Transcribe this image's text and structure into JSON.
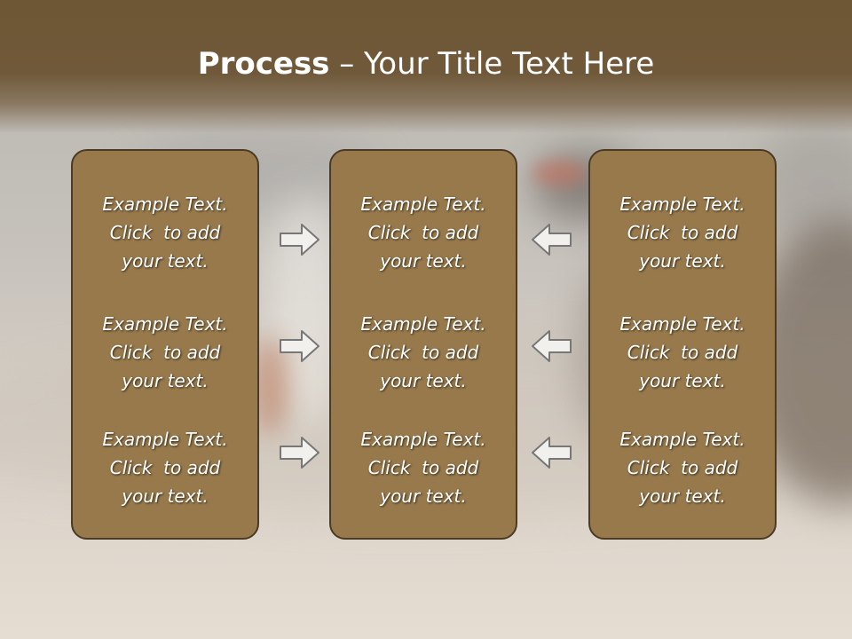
{
  "title": {
    "bold": "Process",
    "rest": " – Your Title Text Here"
  },
  "columns": [
    {
      "items": [
        [
          "Example Text.",
          "Click  to add",
          "your text."
        ],
        [
          "Example Text.",
          "Click  to add",
          "your text."
        ],
        [
          "Example Text.",
          "Click  to add",
          "your text."
        ]
      ]
    },
    {
      "items": [
        [
          "Example Text.",
          "Click  to add",
          "your text."
        ],
        [
          "Example Text.",
          "Click  to add",
          "your text."
        ],
        [
          "Example Text.",
          "Click  to add",
          "your text."
        ]
      ]
    },
    {
      "items": [
        [
          "Example Text.",
          "Click  to add",
          "your text."
        ],
        [
          "Example Text.",
          "Click  to add",
          "your text."
        ],
        [
          "Example Text.",
          "Click  to add",
          "your text."
        ]
      ]
    }
  ],
  "arrows": {
    "left": [
      "arrow-right-icon",
      "arrow-right-icon",
      "arrow-right-icon"
    ],
    "right": [
      "arrow-left-icon",
      "arrow-left-icon",
      "arrow-left-icon"
    ]
  },
  "colors": {
    "header": "#6e5733",
    "box_fill": "#97794b",
    "box_border": "#4b3a24",
    "arrow_fill": "#f2f0ec",
    "arrow_stroke": "#777777",
    "text": "#ffffff"
  }
}
